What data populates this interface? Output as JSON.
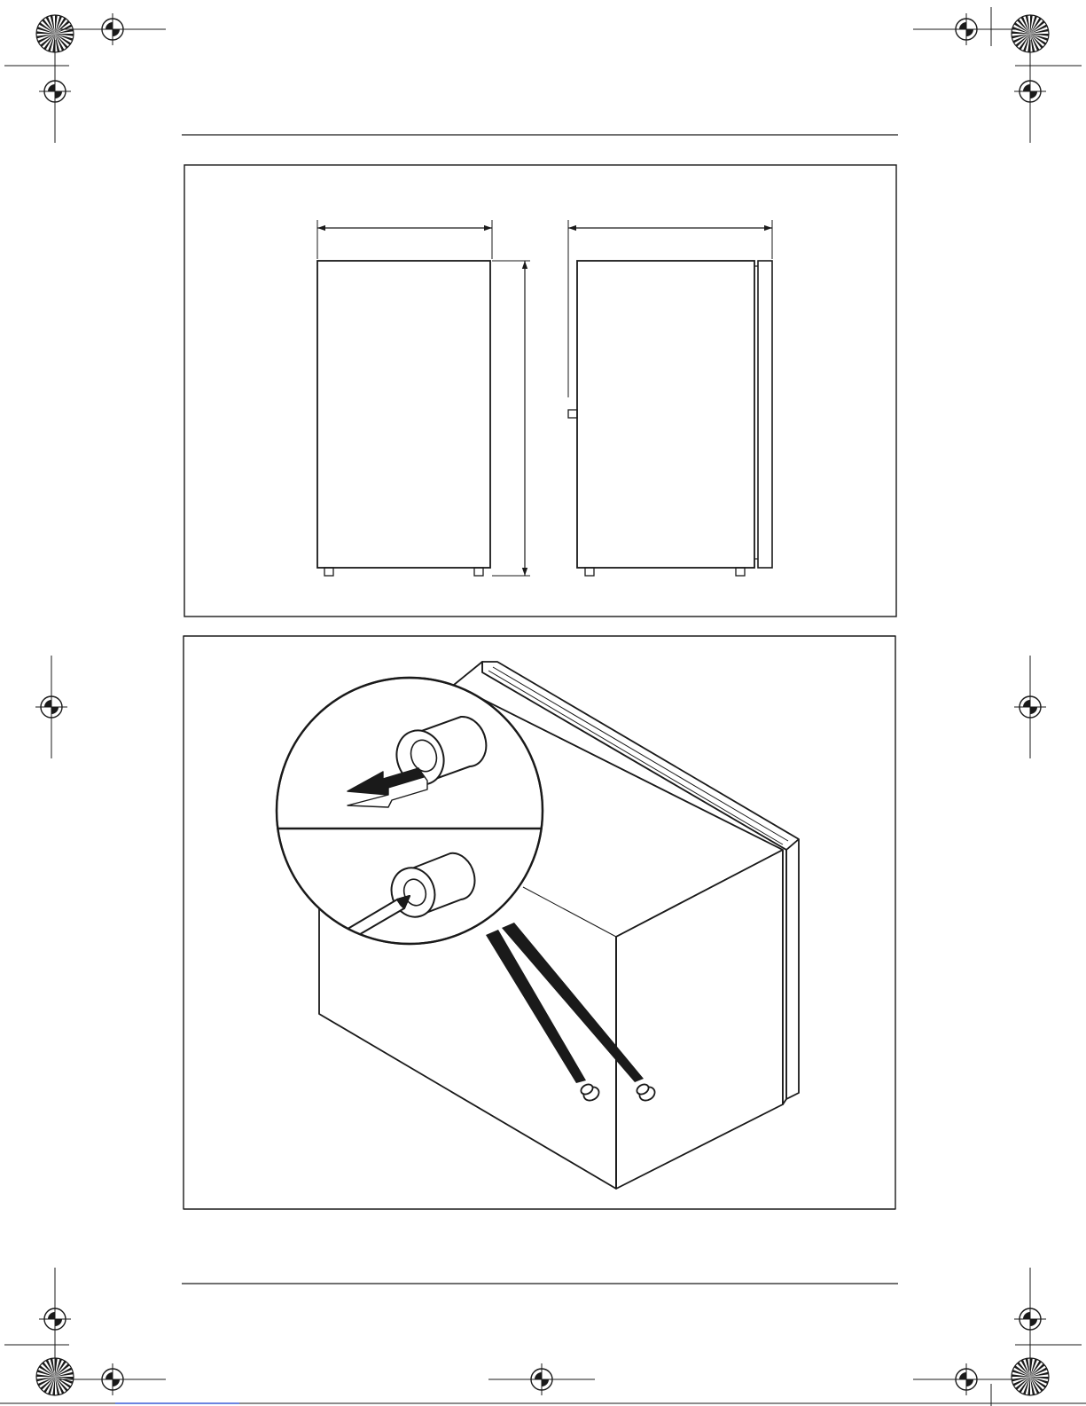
{
  "page": {
    "background": "#ffffff",
    "ink": "#1a1a1a"
  },
  "registration_marks": [
    {
      "name": "crosshair-top-left-1"
    },
    {
      "name": "crosshair-top-left-2"
    },
    {
      "name": "crosshair-top-right-1"
    },
    {
      "name": "crosshair-top-right-2"
    },
    {
      "name": "crosshair-mid-left"
    },
    {
      "name": "crosshair-mid-right"
    },
    {
      "name": "crosshair-bottom-left-1"
    },
    {
      "name": "crosshair-bottom-left-2"
    },
    {
      "name": "crosshair-bottom-center"
    },
    {
      "name": "crosshair-bottom-right-1"
    },
    {
      "name": "crosshair-bottom-right-2"
    }
  ],
  "figures": [
    {
      "name": "dimension-drawing",
      "icon": "fridge-dimensions-icon"
    },
    {
      "name": "door-hinge-cap-removal",
      "icon": "hinge-cap-screwdriver-icon"
    }
  ]
}
